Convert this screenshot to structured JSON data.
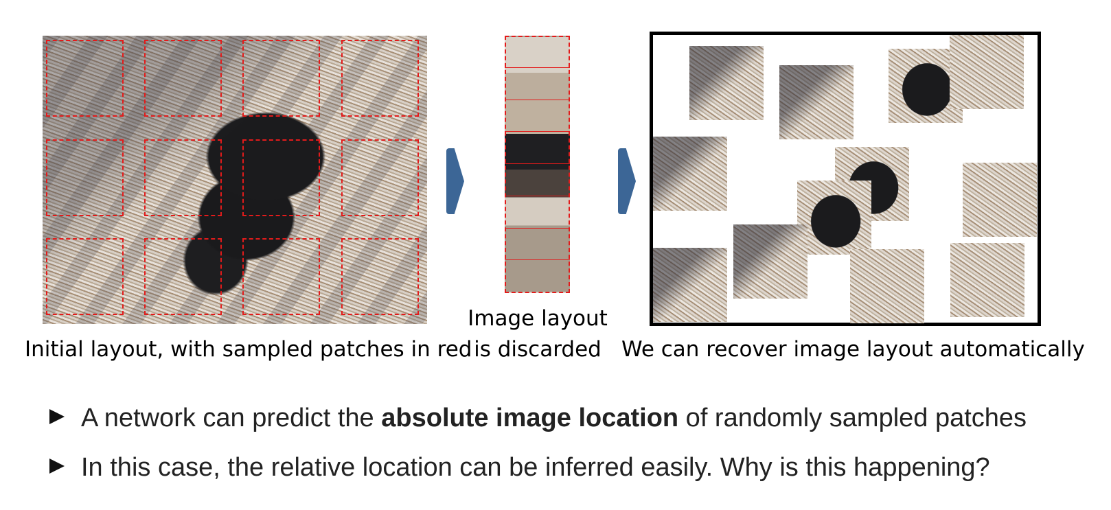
{
  "captions": {
    "left": "Initial layout, with sampled patches in red",
    "middle_line1": "Image layout",
    "middle_line2": "is discarded",
    "right": "We can recover image layout automatically"
  },
  "bullets": [
    {
      "prefix": "A network can predict the ",
      "bold": "absolute image location",
      "suffix": " of randomly sampled patches"
    },
    {
      "text": "In this case, the relative location can be inferred easily. Why is this happening?"
    }
  ],
  "icons": {
    "arrow1": "chevron-arrow-icon",
    "arrow2": "chevron-arrow-icon",
    "bullet_marker": "triangle-bullet-icon"
  },
  "colors": {
    "patch_outline": "#e31b1b",
    "arrow": "#3c6696",
    "frame": "#000000"
  }
}
